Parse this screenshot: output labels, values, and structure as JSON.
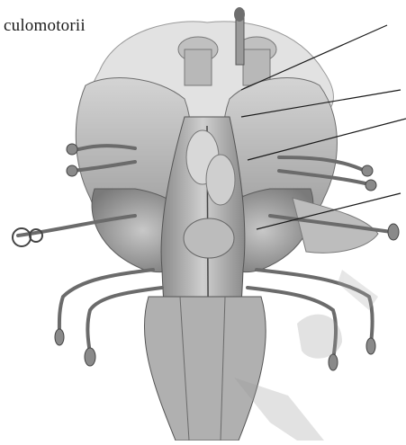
{
  "figure": {
    "label_text": "culomotorii",
    "image_description_icon": "brainstem-dorsal-view-illustration",
    "watermark_icon": "diagonal-watermark-letters",
    "colors": {
      "background": "#ffffff",
      "tissue_light": "#d9d9d9",
      "tissue_mid": "#a9a9a9",
      "tissue_dark": "#5a5a5a",
      "ink": "#1a1a1a"
    }
  }
}
